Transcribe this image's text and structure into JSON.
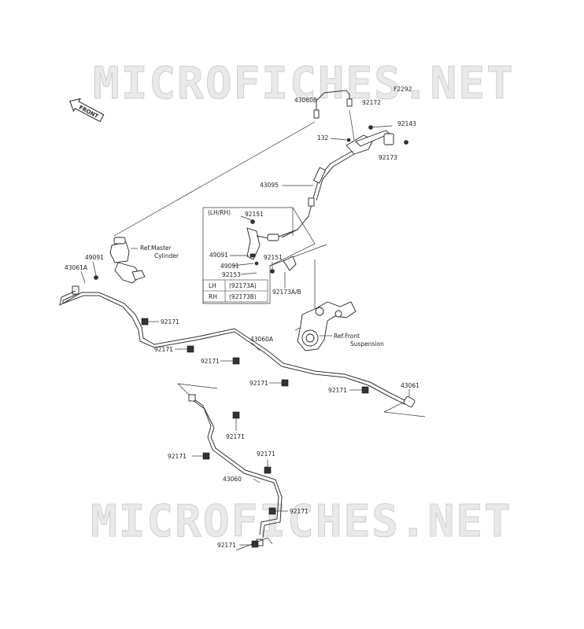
{
  "watermark": {
    "top": "MICROFICHES.NET",
    "bottom": "MICROFICHES.NET"
  },
  "figure_code": "F2292",
  "front_label": "FRONT",
  "refs": {
    "master_cylinder": [
      "Ref.Master",
      "Cylinder"
    ],
    "front_suspension": [
      "Ref.Front",
      "Suspension"
    ]
  },
  "inset": {
    "title": "(LH/RH)",
    "table": [
      [
        "LH",
        "(92173A)"
      ],
      [
        "RH",
        "(92173B)"
      ]
    ]
  },
  "parts": {
    "p43060B": "43060B",
    "p92172": "92172",
    "p92143": "92143",
    "p132": "132",
    "p92173": "92173",
    "p43095": "43095",
    "p92151a": "92151",
    "p49091a": "49091",
    "p49091b": "49091",
    "p92153": "92153",
    "p92151b": "92151",
    "p92173AB": "92173A/B",
    "p49091c": "49091",
    "p43061A": "43061A",
    "p92171a": "92171",
    "p92171b": "92171",
    "p43060A": "43060A",
    "p92171c": "92171",
    "p92171d": "92171",
    "p92171e": "92171",
    "p43061": "43061",
    "p92171f": "92171",
    "p92171g": "92171",
    "p92171h": "92171",
    "p43060": "43060",
    "p92171i": "92171",
    "p92171j": "92171"
  }
}
